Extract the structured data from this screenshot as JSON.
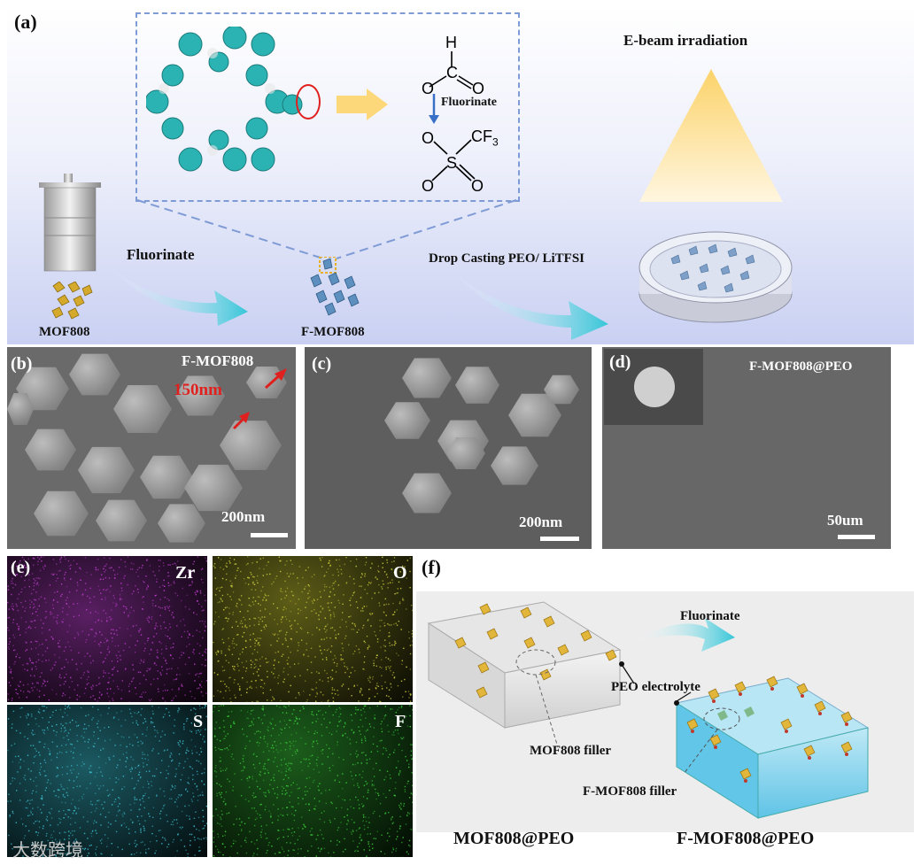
{
  "panel_a": {
    "label": "(a)",
    "ebeam": "E-beam irradiation",
    "fluorinate_1": "Fluorinate",
    "fluorinate_chem": "Fluorinate",
    "drop_casting": "Drop Casting PEO/ LiTFSI",
    "mof808": "MOF808",
    "fmof808": "F-MOF808",
    "chem_h": "H",
    "chem_c": "C",
    "chem_o": "O",
    "chem_o2": "O",
    "chem_cf3": "CF",
    "chem_cf3_sub": "3",
    "chem_s": "S",
    "chem_o3": "O",
    "chem_o4": "O",
    "chem_o5": "O"
  },
  "panel_b": {
    "label": "(b)",
    "title": "F-MOF808",
    "size": "150nm",
    "scale": "200nm"
  },
  "panel_c": {
    "label": "(c)",
    "scale": "200nm"
  },
  "panel_d": {
    "label": "(d)",
    "title": "F-MOF808@PEO",
    "scale": "50um"
  },
  "panel_e": {
    "label": "(e)",
    "maps": [
      "Zr",
      "O",
      "S",
      "F"
    ]
  },
  "panel_f": {
    "label": "(f)",
    "fluorinate": "Fluorinate",
    "peo_electrolyte": "PEO electrolyte",
    "mof_filler": "MOF808 filler",
    "fmof_filler": "F-MOF808 filler",
    "left_title": "MOF808@PEO",
    "right_title": "F-MOF808@PEO"
  },
  "watermark": "大数跨境",
  "colors": {
    "zr": "#b83cc8",
    "o": "#c8c83a",
    "s": "#3ab8c8",
    "f": "#3ac83a",
    "accent_red": "#e0201e",
    "arrow_cyan": "#36c6d8"
  }
}
